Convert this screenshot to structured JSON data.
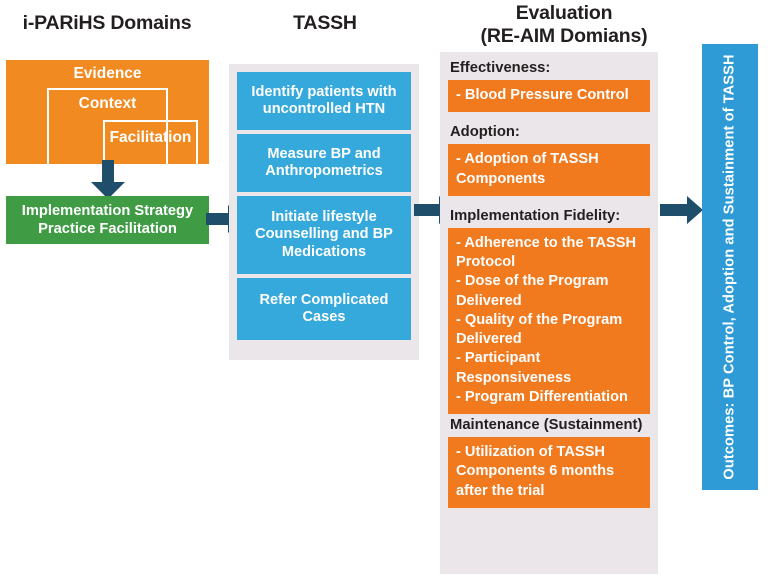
{
  "colors": {
    "orange": "#F18A21",
    "orange_card": "#F1791E",
    "green": "#3F9C45",
    "blue_card": "#35A8DC",
    "blue_bar": "#2E9BD6",
    "arrow_navy": "#1F4E6B",
    "panel_bg": "#EAE6EA",
    "text_dark": "#231F20",
    "text_light": "#FFFFFF"
  },
  "titles": {
    "iparihs": "i-PARiHS Domains",
    "tassh": "TASSH",
    "evaluation_line1": "Evaluation",
    "evaluation_line2": "(RE-AIM Domians)"
  },
  "iparihs": {
    "nested": [
      {
        "label": "Evidence"
      },
      {
        "label": "Context"
      },
      {
        "label": "Facilitation"
      }
    ]
  },
  "implementation_strategy": {
    "line1": "Implementation Strategy",
    "line2": "Practice Facilitation",
    "full": "Implementation Strategy Practice Facilitation"
  },
  "tassh": {
    "cards": [
      {
        "text": "Identify patients with uncontrolled HTN"
      },
      {
        "text": "Measure BP and Anthropometrics"
      },
      {
        "text": "Initiate lifestyle Counselling and BP Medications"
      },
      {
        "text": "Refer Complicated Cases"
      }
    ]
  },
  "evaluation": {
    "sections": [
      {
        "heading": "Effectiveness:",
        "items": [
          "- Blood Pressure Control"
        ]
      },
      {
        "heading": "Adoption:",
        "items": [
          "- Adoption of TASSH Components"
        ]
      },
      {
        "heading": "Implementation Fidelity:",
        "items": [
          "- Adherence to the TASSH Protocol",
          "- Dose of the Program Delivered",
          "- Quality of the Program Delivered",
          "- Participant Responsiveness",
          "- Program Differentiation"
        ]
      },
      {
        "heading": "Maintenance (Sustainment)",
        "items": [
          "- Utilization of TASSH Components 6 months after the trial"
        ]
      }
    ]
  },
  "outcomes": {
    "text": "Outcomes: BP Control, Adoption and Sustainment of TASSH"
  },
  "arrows": {
    "orange_to_green": "down-arrow",
    "green_to_tassh": "right-arrow",
    "tassh_to_evaluation": "right-arrow",
    "evaluation_to_outcomes": "right-arrow"
  }
}
